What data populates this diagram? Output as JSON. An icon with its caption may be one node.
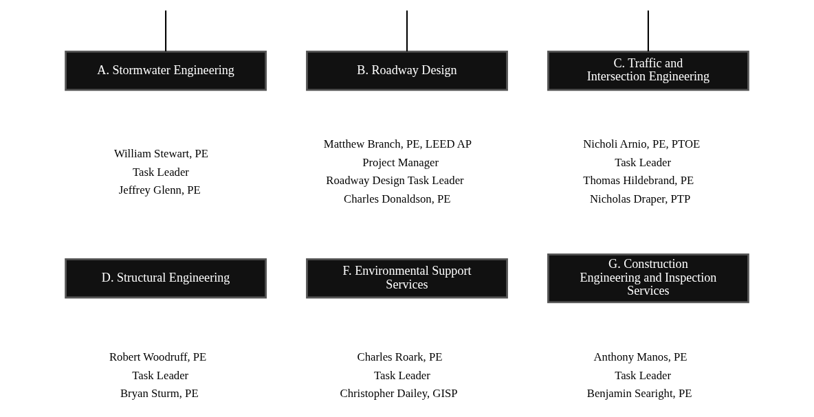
{
  "diagram": {
    "nodes": [
      {
        "text": [
          "A. Stormwater Engineering"
        ],
        "beside": [
          "William Stewart, PE",
          "Task Leader",
          "Jeffrey Glenn, PE"
        ]
      },
      {
        "text": [
          "B. Roadway Design"
        ],
        "beside": [
          "Matthew Branch, PE, LEED AP",
          "Project Manager",
          "Roadway Design Task Leader",
          "Charles Donaldson, PE"
        ]
      },
      {
        "text": [
          "C. Traffic and Intersection Engineering"
        ],
        "beside": [
          "Nicholi Arnio, PE, PTOE",
          "Task Leader",
          "Thomas Hildebrand, PE",
          "Nicholas Draper, PTP"
        ]
      },
      {
        "text": [
          "D. Structural Engineering"
        ],
        "beside": [
          "Robert Woodruff, PE",
          "Task Leader",
          "Bryan Sturm, PE"
        ]
      },
      {
        "text": [
          "F. Environmental Support Services"
        ],
        "beside": [
          "Charles Roark, PE",
          "Task Leader",
          "Christopher Dailey, GISP"
        ]
      },
      {
        "text": [
          "G. Construction Engineering and Inspection Services"
        ],
        "beside": [
          "Anthony Manos, PE",
          "Task Leader",
          "Benjamin Searight, PE"
        ]
      }
    ],
    "edges": [
      {
        "from": null,
        "to": 0,
        "arrow": "none"
      },
      {
        "from": null,
        "to": 1,
        "arrow": "none"
      },
      {
        "from": null,
        "to": 2,
        "arrow": "none"
      }
    ]
  }
}
